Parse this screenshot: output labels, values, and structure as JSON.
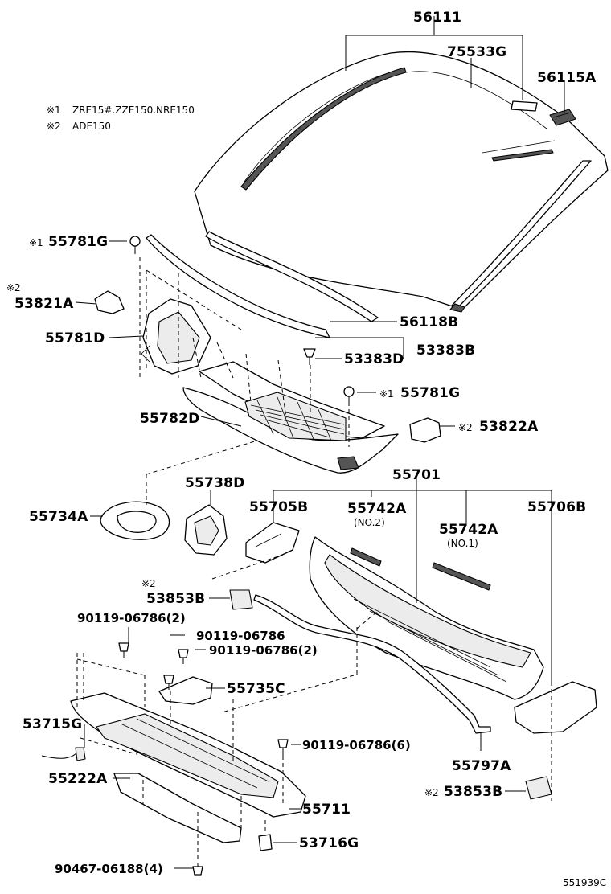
{
  "notes": [
    {
      "mark": "※1",
      "text": "ZRE15#.ZZE150.NRE150"
    },
    {
      "mark": "※2",
      "text": "ADE150"
    }
  ],
  "parts": {
    "p56111": "56111",
    "p75533G": "75533G",
    "p56115A": "56115A",
    "p55781G_left": "55781G",
    "p53821A": "53821A",
    "p55781D": "55781D",
    "p56118B": "56118B",
    "p53383D": "53383D",
    "p53383B": "53383B",
    "p55781G_right": "55781G",
    "p55782D": "55782D",
    "p53822A": "53822A",
    "p55701": "55701",
    "p55738D": "55738D",
    "p55734A": "55734A",
    "p55705B": "55705B",
    "p55742A_no2": "55742A",
    "p55742A_no2_sub": "(NO.2)",
    "p55742A_no1": "55742A",
    "p55742A_no1_sub": "(NO.1)",
    "p55706B": "55706B",
    "p53853B_left": "53853B",
    "p90119_a": "90119-06786(2)",
    "p90119_b": "90119-06786",
    "p90119_c": "90119-06786(2)",
    "p55735C": "55735C",
    "p53715G": "53715G",
    "p90119_d": "90119-06786(6)",
    "p55797A": "55797A",
    "p53853B_right": "53853B",
    "p55222A": "55222A",
    "p55711": "55711",
    "p53716G": "53716G",
    "p90467": "90467-06188(4)"
  },
  "marks": {
    "m1_55781G_left": "※1",
    "m2_53821A": "※2",
    "m1_55781G_right": "※1",
    "m2_53822A": "※2",
    "m2_53853B_left": "※2",
    "m2_53853B_right": "※2"
  },
  "diagram_code": "551939C"
}
